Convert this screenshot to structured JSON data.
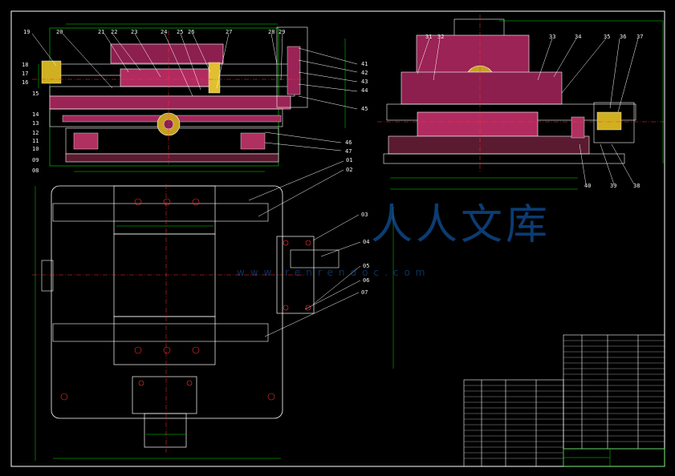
{
  "leaders_front": [
    "19",
    "20",
    "21",
    "22",
    "23",
    "24",
    "25",
    "26",
    "27",
    "28",
    "29",
    "18",
    "17",
    "16",
    "15",
    "14",
    "13",
    "12",
    "11",
    "10",
    "09",
    "08",
    "41",
    "42",
    "43",
    "44",
    "45",
    "46",
    "47"
  ],
  "leaders_side": [
    "31",
    "32",
    "33",
    "34",
    "35",
    "36",
    "37",
    "38",
    "39",
    "40"
  ],
  "leaders_plan": [
    "01",
    "02",
    "03",
    "04",
    "05",
    "06",
    "07"
  ],
  "watermark": {
    "text": "人人文库",
    "url": "www.renrendoc.com"
  },
  "colors": {
    "background": "#000000",
    "outline": "#ffffff",
    "section": "#c8326e",
    "dimension": "#00e000",
    "centerline": "#ff3030",
    "leader": "#ffffff"
  }
}
